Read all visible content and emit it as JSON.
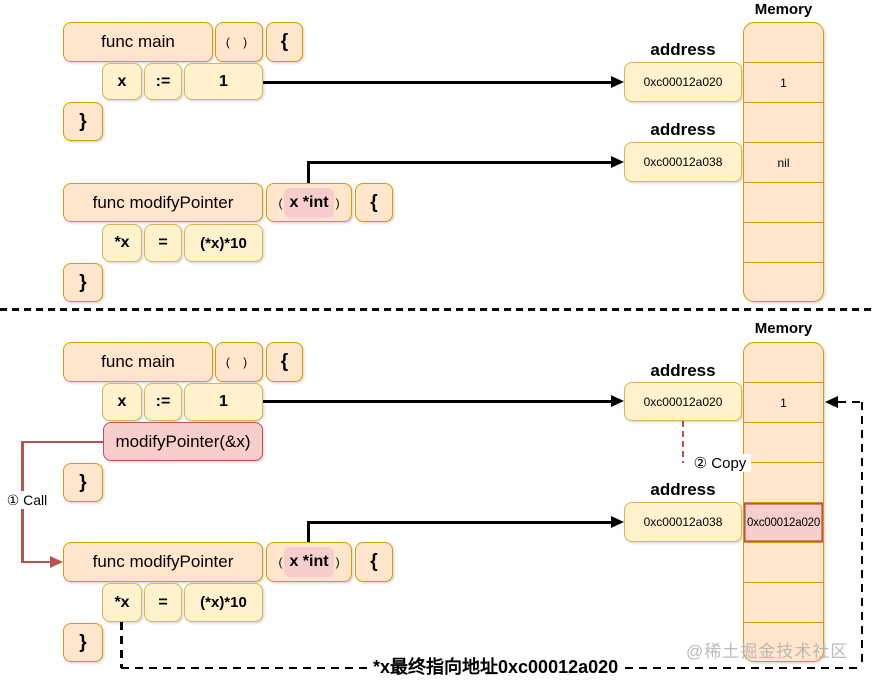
{
  "colors": {
    "box_orange_fill": "#ffe6cc",
    "box_orange_border": "#d79b00",
    "box_yellow_fill": "#fff2cc",
    "box_yellow_border": "#d6b656",
    "box_pink_fill": "#f8cecc",
    "box_pink_border": "#b85450",
    "line_black": "#000000",
    "line_red": "#b85450"
  },
  "top_section": {
    "main_func": {
      "name": "func main",
      "params": "( )",
      "open_brace": "{",
      "close_brace": "}",
      "statement": {
        "lhs": "x",
        "op": ":=",
        "rhs": "1"
      }
    },
    "modify_func": {
      "name": "func modifyPointer",
      "param_open": "(",
      "param": "x *int",
      "param_close": ")",
      "open_brace": "{",
      "close_brace": "}",
      "statement": {
        "lhs": "*x",
        "op": "=",
        "rhs": "(*x)*10"
      }
    },
    "address_1": {
      "label": "address",
      "value": "0xc00012a020"
    },
    "address_2": {
      "label": "address",
      "value": "0xc00012a038"
    },
    "memory": {
      "title": "Memory",
      "cells": [
        "",
        "1",
        "",
        "nil",
        "",
        "",
        ""
      ]
    }
  },
  "bottom_section": {
    "main_func": {
      "name": "func main",
      "params": "( )",
      "open_brace": "{",
      "close_brace": "}",
      "statement": {
        "lhs": "x",
        "op": ":=",
        "rhs": "1"
      }
    },
    "call_stmt": "modifyPointer(&x)",
    "call_label": "① Call",
    "copy_label": "② Copy",
    "modify_func": {
      "name": "func modifyPointer",
      "param_open": "(",
      "param": "x *int",
      "param_close": ")",
      "open_brace": "{",
      "close_brace": "}",
      "statement": {
        "lhs": "*x",
        "op": "=",
        "rhs": "(*x)*10"
      }
    },
    "address_1": {
      "label": "address",
      "value": "0xc00012a020"
    },
    "address_2": {
      "label": "address",
      "value": "0xc00012a038"
    },
    "memory": {
      "title": "Memory",
      "cells": [
        "",
        "1",
        "",
        "",
        "0xc00012a020",
        "",
        "",
        ""
      ]
    },
    "footer_note": "*x最终指向地址0xc00012a020",
    "watermark": "@稀土掘金技术社区"
  }
}
